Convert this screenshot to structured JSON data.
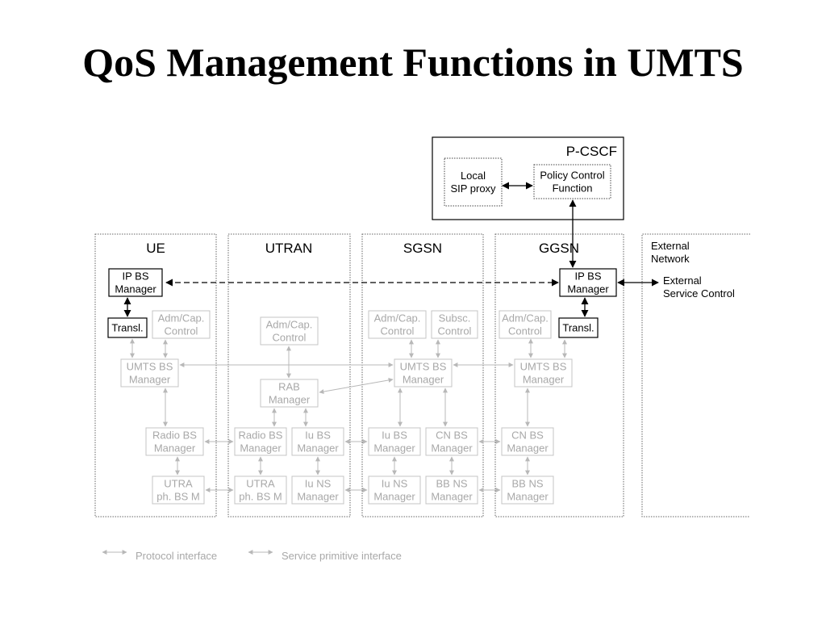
{
  "title": "QoS Management Functions in UMTS",
  "domains": {
    "ue": "UE",
    "utran": "UTRAN",
    "sgsn": "SGSN",
    "ggsn": "GGSN",
    "external_network": [
      "External",
      "Network"
    ]
  },
  "pcscf": {
    "label": "P-CSCF",
    "local_sip_proxy": [
      "Local",
      "SIP proxy"
    ],
    "policy_control_function": [
      "Policy Control",
      "Function"
    ]
  },
  "external_service_control": [
    "External",
    "Service Control"
  ],
  "ue": {
    "ip_bs_manager": [
      "IP BS",
      "Manager"
    ],
    "transl": [
      "Transl."
    ],
    "adm_cap_control": [
      "Adm/Cap.",
      "Control"
    ],
    "umts_bs_manager": [
      "UMTS BS",
      "Manager"
    ],
    "radio_bs_manager": [
      "Radio BS",
      "Manager"
    ],
    "utra_ph_bs_m": [
      "UTRA",
      "ph. BS M"
    ]
  },
  "utran": {
    "adm_cap_control": [
      "Adm/Cap.",
      "Control"
    ],
    "rab_manager": [
      "RAB",
      "Manager"
    ],
    "radio_bs_manager": [
      "Radio BS",
      "Manager"
    ],
    "iu_bs_manager": [
      "Iu BS",
      "Manager"
    ],
    "utra_ph_bs_m": [
      "UTRA",
      "ph. BS M"
    ],
    "iu_ns_manager": [
      "Iu NS",
      "Manager"
    ]
  },
  "sgsn": {
    "adm_cap_control": [
      "Adm/Cap.",
      "Control"
    ],
    "subsc_control": [
      "Subsc.",
      "Control"
    ],
    "umts_bs_manager": [
      "UMTS BS",
      "Manager"
    ],
    "iu_bs_manager": [
      "Iu BS",
      "Manager"
    ],
    "cn_bs_manager": [
      "CN BS",
      "Manager"
    ],
    "iu_ns_manager": [
      "Iu NS",
      "Manager"
    ],
    "bb_ns_manager": [
      "BB NS",
      "Manager"
    ]
  },
  "ggsn": {
    "ip_bs_manager": [
      "IP BS",
      "Manager"
    ],
    "transl": [
      "Transl."
    ],
    "adm_cap_control": [
      "Adm/Cap.",
      "Control"
    ],
    "umts_bs_manager": [
      "UMTS BS",
      "Manager"
    ],
    "cn_bs_manager": [
      "CN BS",
      "Manager"
    ],
    "bb_ns_manager": [
      "BB NS",
      "Manager"
    ]
  },
  "legend": {
    "protocol_interface": "Protocol interface",
    "service_primitive_interface": "Service primitive interface"
  },
  "colors": {
    "active": "#000000",
    "inactive": "#a8a8a8",
    "background": "#ffffff"
  }
}
